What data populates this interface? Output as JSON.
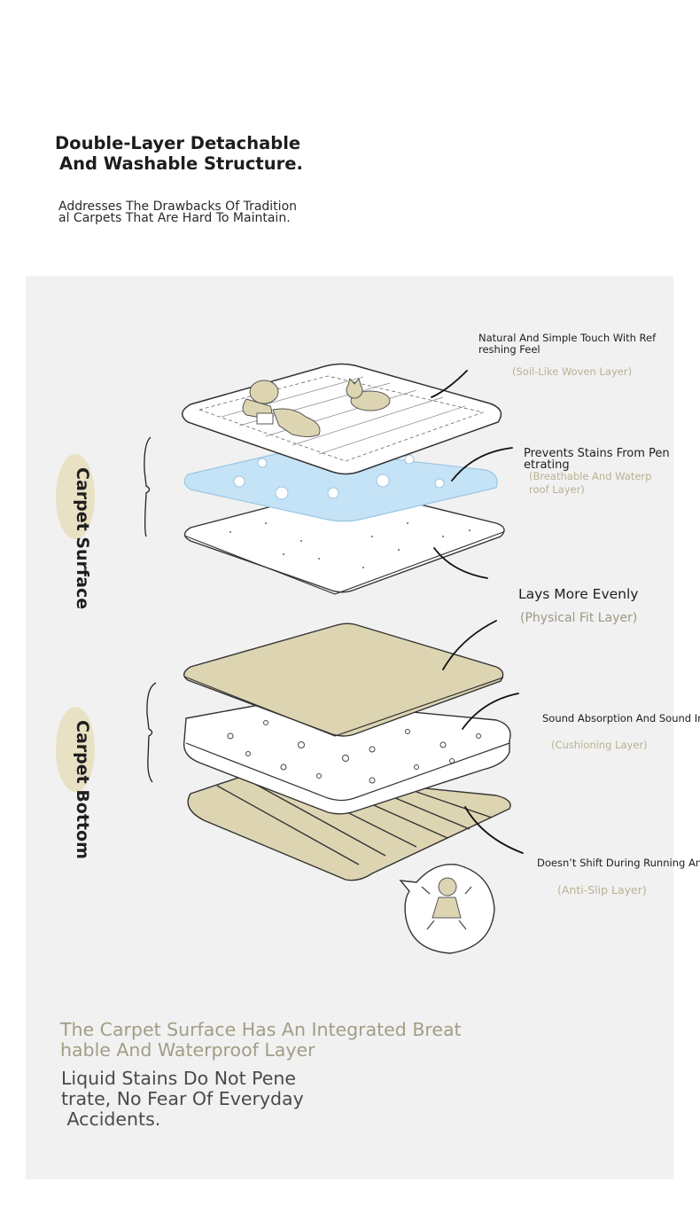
{
  "header": {
    "title_lines": [
      "Double-Layer Detachable",
      "And Washable Structure."
    ],
    "subtitle_lines": [
      "Addresses The Drawbacks Of Tradition",
      "al Carpets That Are Hard To Maintain."
    ]
  },
  "side_labels": {
    "top": "Carpet Surface",
    "bottom": "Carpet Bottom"
  },
  "layers": [
    {
      "desc_lines": [
        "Natural And Simple Touch With Ref",
        "reshing Feel"
      ],
      "name": "(Soil-Like Woven Layer)"
    },
    {
      "desc_lines": [
        "Prevents Stains From Pen",
        "etrating"
      ],
      "name_lines": [
        "(Breathable And Waterp",
        "roof Layer)"
      ]
    },
    {
      "desc": "Lays More Evenly",
      "name": "(Physical Fit Layer)"
    },
    {
      "desc": "Sound Absorption And Sound In",
      "name": "(Cushioning Layer)"
    },
    {
      "desc": "Doesn’t Shift During Running And",
      "name": "(Anti-Slip Layer)"
    }
  ],
  "footer": {
    "title_lines": [
      "The Carpet Surface Has An Integrated Breat",
      "hable And Waterproof Layer"
    ],
    "desc_lines": [
      "Liquid Stains Do Not Pene",
      "trate, No Fear Of Everyday",
      " Accidents."
    ]
  },
  "colors": {
    "panel": "#f1f1f1",
    "beige": "#ddd5b2",
    "blue": "#c5e3f6",
    "muted_label": "#b9b193",
    "footer_title": "#a29d86"
  },
  "icons": [
    "person-reading-icon",
    "sleeping-cat-icon",
    "water-bubble-icon",
    "happy-child-icon"
  ]
}
